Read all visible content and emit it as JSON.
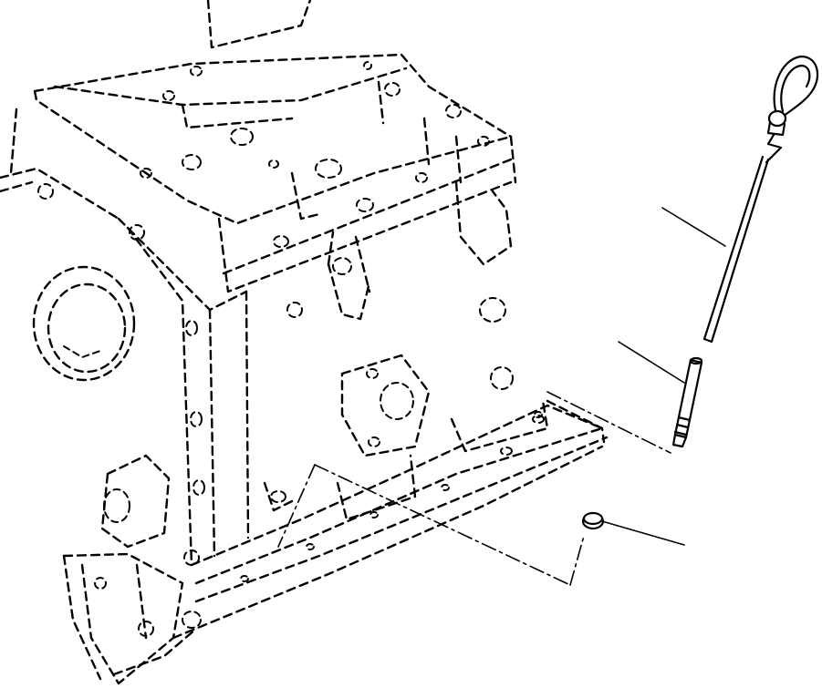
{
  "figure": {
    "parts": [
      {
        "id": "dipstick",
        "icon": "dipstick-icon"
      },
      {
        "id": "dipstick-guide-tube",
        "icon": "guide-tube-icon"
      },
      {
        "id": "seal-ring",
        "icon": "o-ring-icon"
      }
    ],
    "colors": {
      "line": "#000000",
      "background": "#ffffff"
    }
  }
}
